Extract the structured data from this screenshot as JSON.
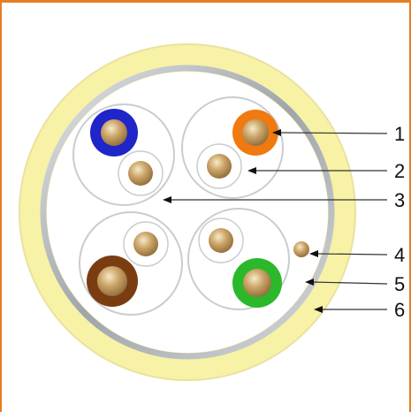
{
  "colors": {
    "frame": "#e67e22",
    "jacket": "#f7f2a6",
    "jacket_edge": "#e9e2a0",
    "foil_shield": "#b9bec4",
    "inner_fill": "#ffffff",
    "pair_outline": "#c9ccd0",
    "conductor": "#c9a46a",
    "conductor_highlight": "#efe0b6",
    "insulation_white": "#ffffff",
    "insulation_blue": "#1f25c8",
    "insulation_orange": "#f07a10",
    "insulation_brown": "#7a3d12",
    "insulation_green": "#2bb82b",
    "drain_wire": "#d4b070",
    "leader_line": "#333333"
  },
  "pairs": [
    {
      "name": "blue-pair",
      "color_insulation": "blue"
    },
    {
      "name": "orange-pair",
      "color_insulation": "orange"
    },
    {
      "name": "brown-pair",
      "color_insulation": "brown"
    },
    {
      "name": "green-pair",
      "color_insulation": "green"
    }
  ],
  "callouts": [
    {
      "label": "1"
    },
    {
      "label": "2"
    },
    {
      "label": "3"
    },
    {
      "label": "4"
    },
    {
      "label": "5"
    },
    {
      "label": "6"
    }
  ]
}
